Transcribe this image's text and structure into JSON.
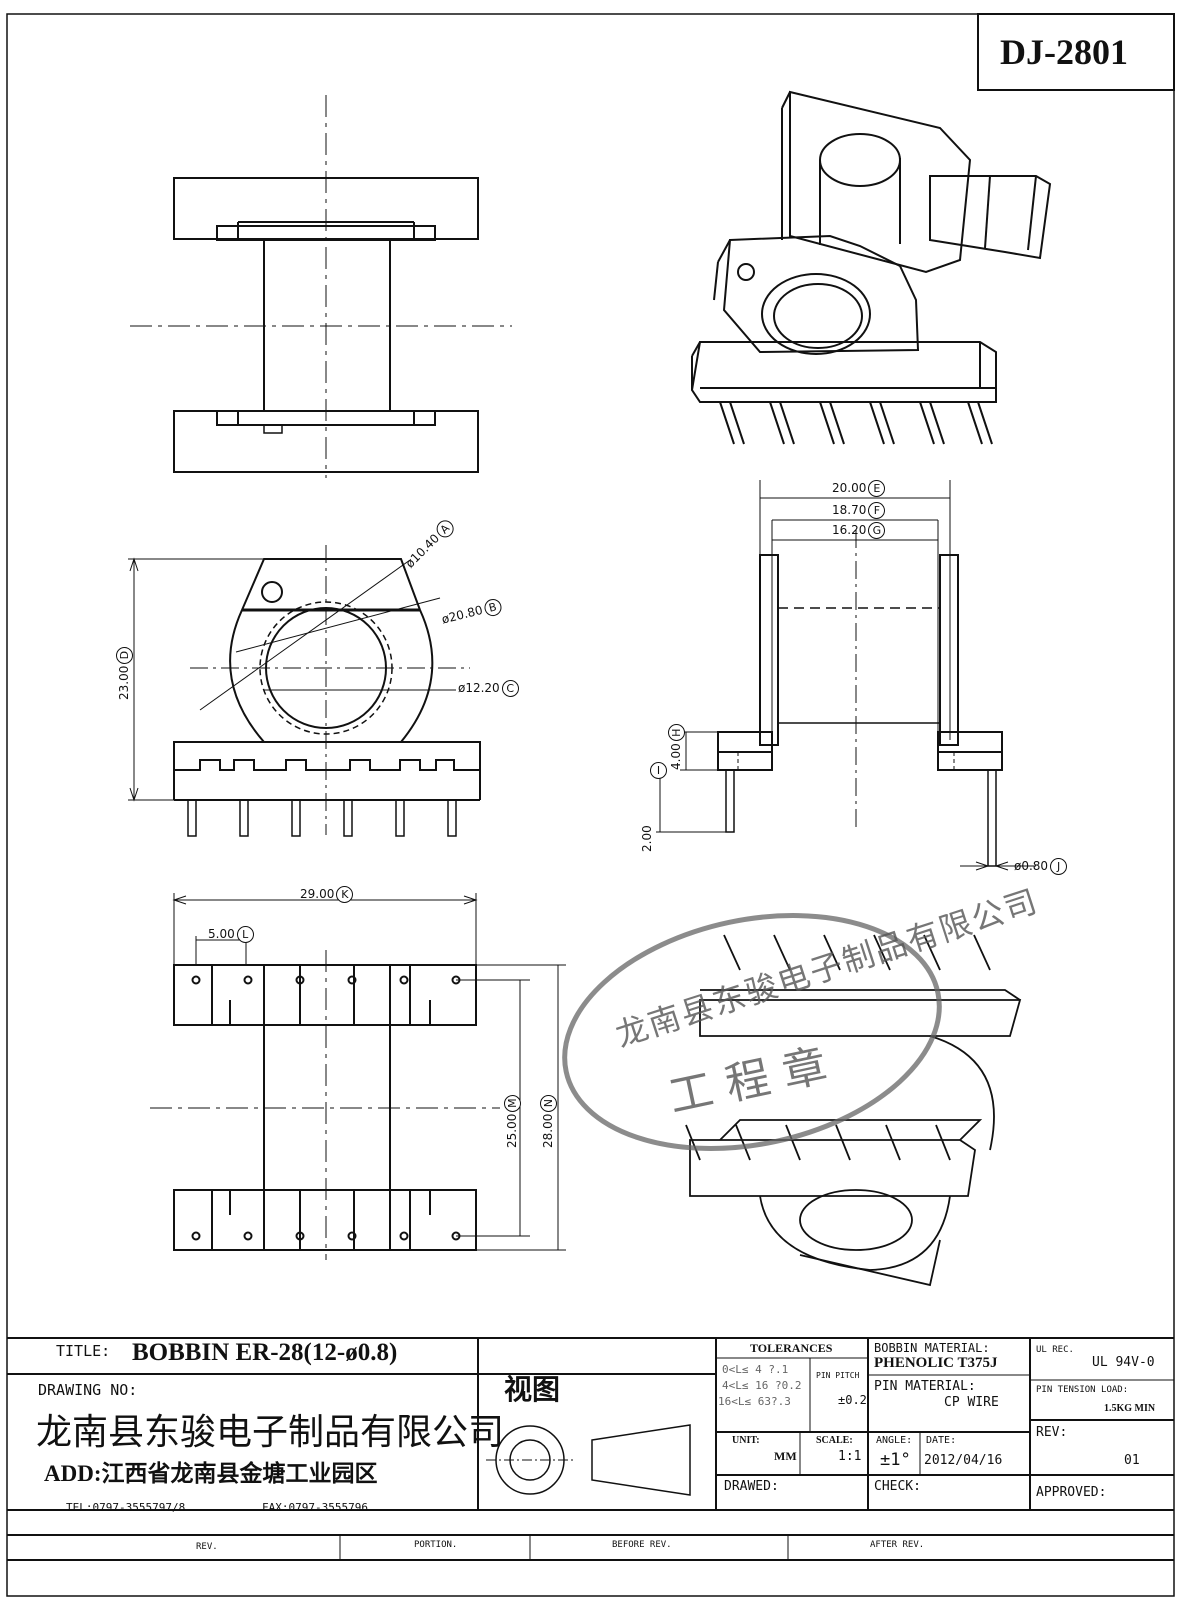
{
  "drawing_id": "DJ-2801",
  "stamp": {
    "ring_text": "龙南县东骏电子制品有限公司",
    "center_text": "工 程 章"
  },
  "dimensions": {
    "a": {
      "value": "ø10.40",
      "tag": "A"
    },
    "b": {
      "value": "ø20.80",
      "tag": "B"
    },
    "c": {
      "value": "ø12.20",
      "tag": "C"
    },
    "d": {
      "value": "23.00",
      "tag": "D"
    },
    "e": {
      "value": "20.00",
      "tag": "E"
    },
    "f": {
      "value": "18.70",
      "tag": "F"
    },
    "g": {
      "value": "16.20",
      "tag": "G"
    },
    "h": {
      "value": "4.00",
      "tag": "H"
    },
    "i": {
      "value": "2.00",
      "tag": "I"
    },
    "j": {
      "value": "ø0.80",
      "tag": "J"
    },
    "k": {
      "value": "29.00",
      "tag": "K"
    },
    "l": {
      "value": "5.00",
      "tag": "L"
    },
    "m": {
      "value": "25.00",
      "tag": "M"
    },
    "n": {
      "value": "28.00",
      "tag": "N"
    }
  },
  "title_block": {
    "title_label": "TITLE:",
    "title_value": "BOBBIN ER-28(12-ø0.8)",
    "drawing_no_label": "DRAWING NO:",
    "view_label": "视图",
    "company": "龙南县东骏电子制品有限公司",
    "address": "ADD:江西省龙南县金塘工业园区",
    "tel": "TEL:0797-3555797/8",
    "fax": "FAX:0797-3555796",
    "tolerances_label": "TOLERANCES",
    "tol_rows": [
      "0<L≤ 4  ?.1",
      "4<L≤ 16 ?0.2",
      "16<L≤ 63?.3"
    ],
    "pin_pitch_label": "PIN PITCH",
    "pin_pitch_value": "±0.2",
    "unit_label": "UNIT:",
    "unit_value": "MM",
    "scale_label": "SCALE:",
    "scale_value": "1:1",
    "angle_label": "ANGLE:",
    "angle_value": "±1°",
    "date_label": "DATE:",
    "date_value": "2012/04/16",
    "drawed_label": "DRAWED:",
    "check_label": "CHECK:",
    "approved_label": "APPROVED:",
    "bobbin_material_label": "BOBBIN MATERIAL:",
    "bobbin_material_value": "PHENOLIC T375J",
    "pin_material_label": "PIN MATERIAL:",
    "pin_material_value": "CP WIRE",
    "ul_label": "UL REC.",
    "ul_value": "UL  94V-0",
    "pin_tension_label": "PIN TENSION LOAD:",
    "pin_tension_value": "1.5KG MIN",
    "rev_label": "REV:",
    "rev_value": "01",
    "revision_row": [
      "REV.",
      "PORTION.",
      "BEFORE REV.",
      "AFTER REV."
    ]
  }
}
